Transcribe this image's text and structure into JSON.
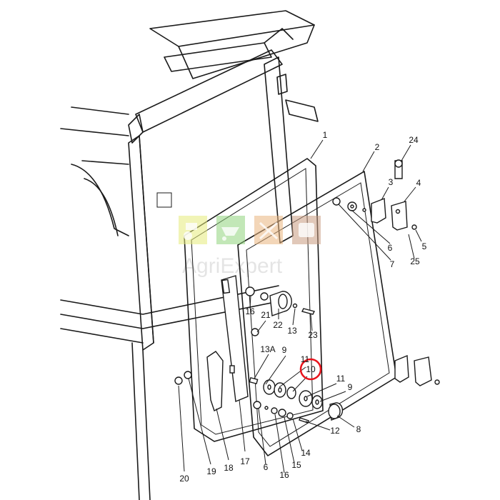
{
  "watermark": {
    "text": "AgriExpert",
    "tile_colors": [
      "#e6eb7a",
      "#8fd37b",
      "#e9b47d",
      "#c89a80"
    ],
    "tile_icons": [
      "tractor-icon",
      "wheelbarrow-icon",
      "tools-icon",
      "spare-part-icon"
    ]
  },
  "highlight": {
    "label": "10",
    "color": "#e8141c"
  },
  "callouts": [
    {
      "id": "c1",
      "text": "1"
    },
    {
      "id": "c2",
      "text": "2"
    },
    {
      "id": "c3",
      "text": "3"
    },
    {
      "id": "c4",
      "text": "4"
    },
    {
      "id": "c5",
      "text": "5"
    },
    {
      "id": "c6a",
      "text": "6"
    },
    {
      "id": "c7",
      "text": "7"
    },
    {
      "id": "c8",
      "text": "8"
    },
    {
      "id": "c9a",
      "text": "9"
    },
    {
      "id": "c9b",
      "text": "9"
    },
    {
      "id": "c10",
      "text": "10"
    },
    {
      "id": "c11a",
      "text": "11"
    },
    {
      "id": "c11b",
      "text": "11"
    },
    {
      "id": "c12",
      "text": "12"
    },
    {
      "id": "c13",
      "text": "13"
    },
    {
      "id": "c13a",
      "text": "13A"
    },
    {
      "id": "c14",
      "text": "14"
    },
    {
      "id": "c15",
      "text": "15"
    },
    {
      "id": "c16a",
      "text": "16"
    },
    {
      "id": "c16b",
      "text": "16"
    },
    {
      "id": "c17",
      "text": "17"
    },
    {
      "id": "c18",
      "text": "18"
    },
    {
      "id": "c19",
      "text": "19"
    },
    {
      "id": "c20",
      "text": "20"
    },
    {
      "id": "c21",
      "text": "21"
    },
    {
      "id": "c22",
      "text": "22"
    },
    {
      "id": "c23",
      "text": "23"
    },
    {
      "id": "c24",
      "text": "24"
    },
    {
      "id": "c25",
      "text": "25"
    },
    {
      "id": "c6b",
      "text": "6"
    }
  ]
}
